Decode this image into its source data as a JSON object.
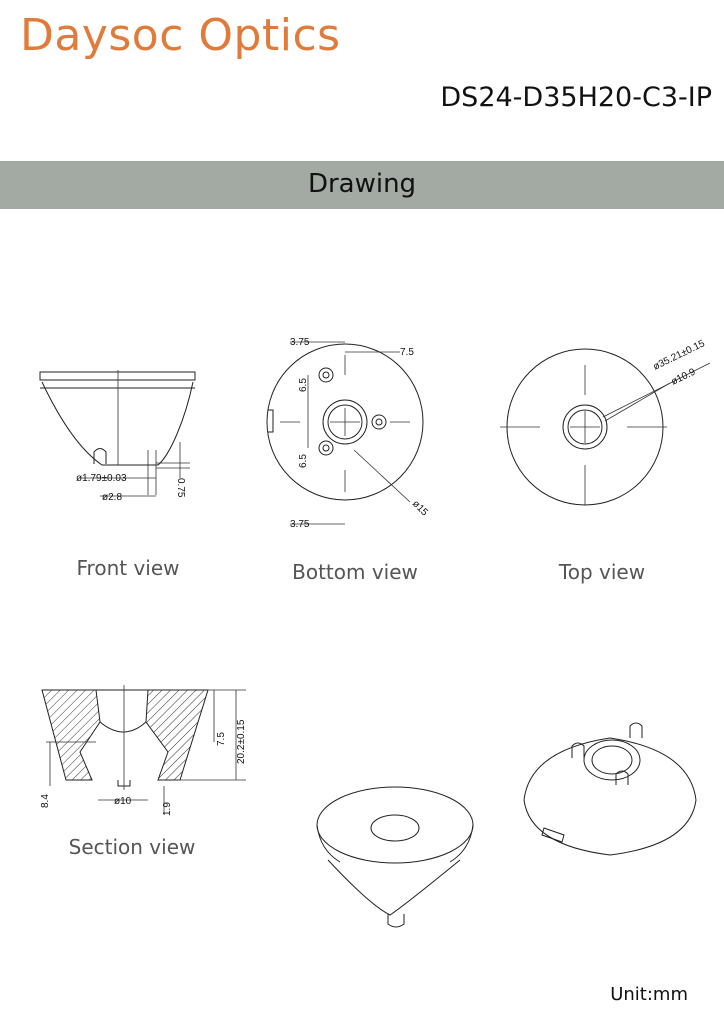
{
  "header": {
    "brand": "Daysoc Optics",
    "model": "DS24-D35H20-C3-IP"
  },
  "section": {
    "title": "Drawing"
  },
  "views": {
    "front": {
      "label": "Front view",
      "dims": {
        "pin_dia": "ø1.79±0.03",
        "base_dia": "ø2.8",
        "height": "0.75"
      }
    },
    "bottom": {
      "label": "Bottom view",
      "dims": {
        "top_offset": "3.75",
        "right_offset": "7.5",
        "upper_pitch": "6.5",
        "lower_pitch": "6.5",
        "bottom_offset": "3.75",
        "bore_dia": "ø15"
      }
    },
    "top": {
      "label": "Top view",
      "dims": {
        "outer_dia": "ø35.21±0.15",
        "inner_dia": "ø10.9"
      }
    },
    "section": {
      "label": "Section view",
      "dims": {
        "total_height": "20.2±0.15",
        "upper_height": "7.5",
        "lower_height": "8.4",
        "bottom_dia": "ø10",
        "bottom_gap": "1.9"
      }
    }
  },
  "footer": {
    "unit": "Unit:mm"
  }
}
